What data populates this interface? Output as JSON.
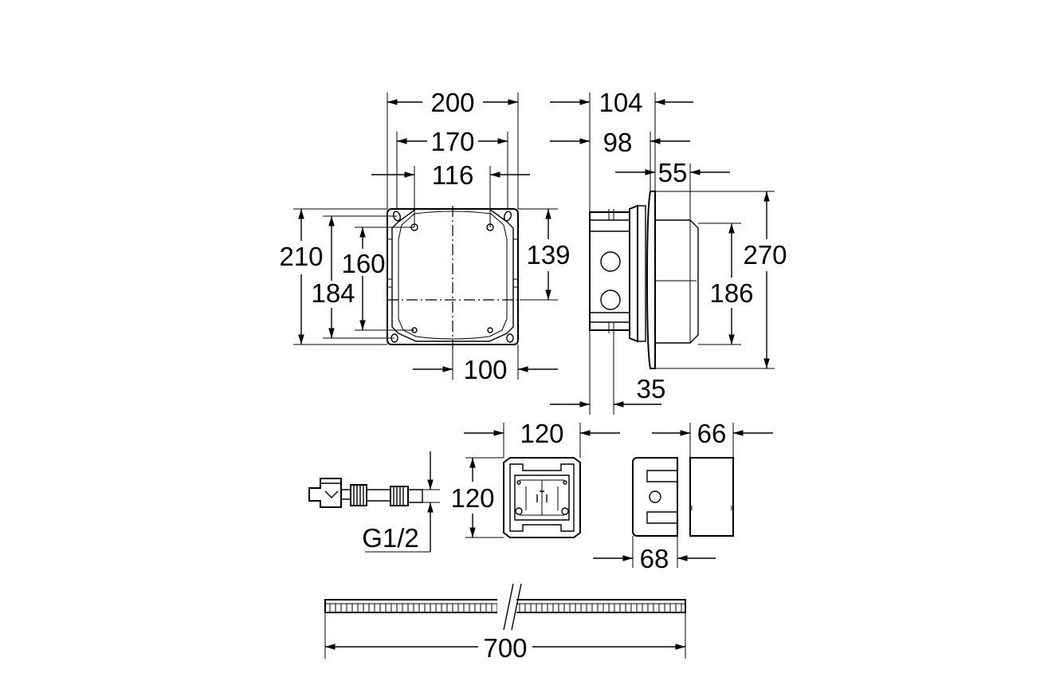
{
  "drawing": {
    "dimensions": {
      "front_width_outer": "200",
      "front_width_mid": "170",
      "front_width_inner": "116",
      "front_height_outer": "210",
      "front_height_mid": "184",
      "front_height_inner": "160",
      "front_height_right": "139",
      "front_offset_bottom": "100",
      "side_depth_total": "104",
      "side_depth_box": "98",
      "side_depth_cover": "55",
      "side_height_outer": "270",
      "side_height_inner": "186",
      "side_depth_flange": "35",
      "mount_width": "120",
      "mount_height": "120",
      "thread_label": "G1/2",
      "box_top_width": "66",
      "box_bottom_width": "68",
      "rail_length": "700"
    }
  }
}
